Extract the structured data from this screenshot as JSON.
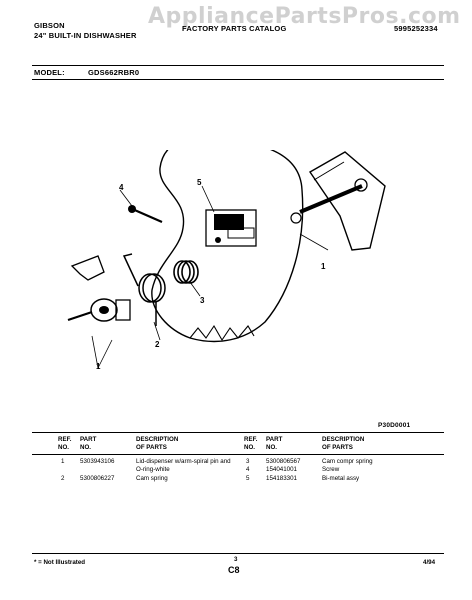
{
  "header": {
    "brand": "GIBSON",
    "product": "24\" BUILT-IN DISHWASHER",
    "catalog": "FACTORY PARTS CATALOG",
    "doc_number": "5995252334",
    "watermark": "AppliancePartsPros.com"
  },
  "model": {
    "label": "MODEL:",
    "value": "GDS662RBR0"
  },
  "diagram": {
    "code": "P30D0001",
    "callouts": [
      "1",
      "2",
      "3",
      "4",
      "5",
      "1"
    ]
  },
  "table": {
    "headers": {
      "ref": [
        "REF.",
        "NO."
      ],
      "part": [
        "PART",
        "NO."
      ],
      "desc": [
        "DESCRIPTION",
        "OF PARTS"
      ]
    },
    "left_rows": [
      {
        "ref": "1",
        "part": "5303943106",
        "desc": "Lid-dispenser w/arm-spiral pin and O-ring-white"
      },
      {
        "ref": "2",
        "part": "5300806227",
        "desc": "Cam spring"
      }
    ],
    "right_rows": [
      {
        "ref": "3",
        "part": "5300806567",
        "desc": "Cam compr spring"
      },
      {
        "ref": "4",
        "part": "154041001",
        "desc": "Screw"
      },
      {
        "ref": "5",
        "part": "154183301",
        "desc": "Bi-metal assy"
      }
    ]
  },
  "footer": {
    "note": "* = Not Illustrated",
    "page": "3",
    "section": "C8",
    "date": "4/94"
  }
}
